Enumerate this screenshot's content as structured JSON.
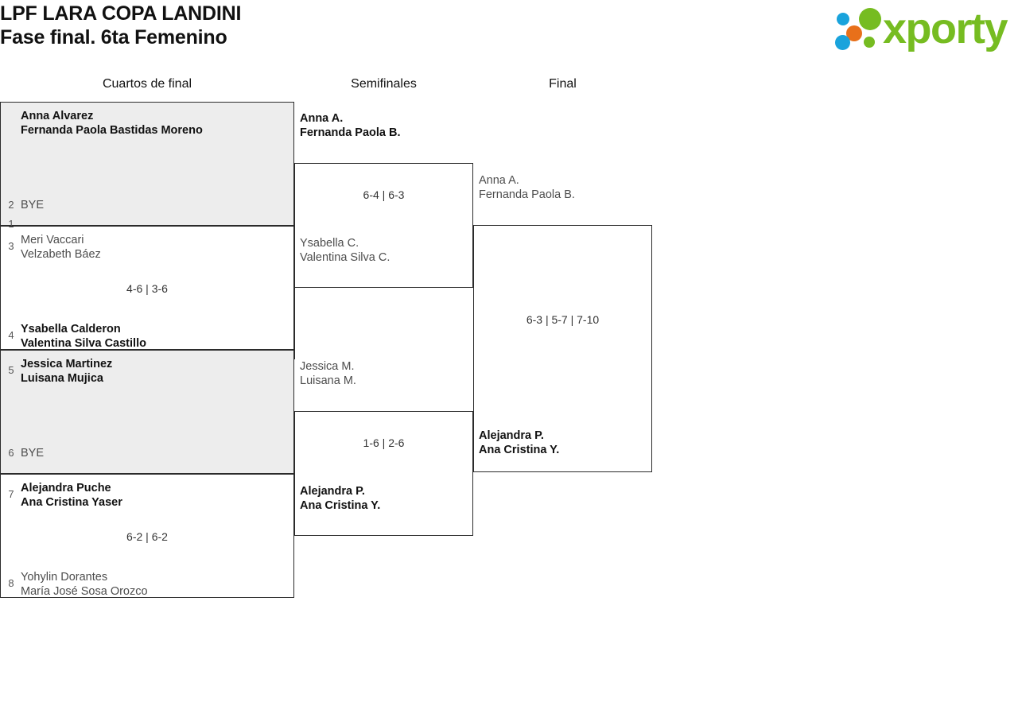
{
  "header": {
    "title_line1": "LPF LARA COPA LANDINI",
    "title_line2": "Fase final. 6ta Femenino",
    "logo_text": "xporty",
    "logo_colors": {
      "green": "#76bc21",
      "blue": "#19a3dc",
      "orange": "#e8701a"
    }
  },
  "rounds": [
    {
      "key": "qf",
      "label": "Cuartos de final"
    },
    {
      "key": "sf",
      "label": "Semifinales"
    },
    {
      "key": "f",
      "label": "Final"
    }
  ],
  "quarterfinals": [
    {
      "score": "",
      "top": {
        "seed": "1",
        "p1": "Anna Alvarez",
        "p2": "Fernanda Paola Bastidas Moreno",
        "winner": true
      },
      "bottom": {
        "seed": "2",
        "p1": "BYE",
        "p2": "",
        "winner": false
      }
    },
    {
      "score": "4-6 | 3-6",
      "top": {
        "seed": "3",
        "p1": "Meri Vaccari",
        "p2": "Velzabeth Báez",
        "winner": false
      },
      "bottom": {
        "seed": "4",
        "p1": "Ysabella Calderon",
        "p2": "Valentina Silva Castillo",
        "winner": true
      }
    },
    {
      "score": "",
      "top": {
        "seed": "5",
        "p1": "Jessica Martinez",
        "p2": "Luisana Mujica",
        "winner": true
      },
      "bottom": {
        "seed": "6",
        "p1": "BYE",
        "p2": "",
        "winner": false
      }
    },
    {
      "score": "6-2 | 6-2",
      "top": {
        "seed": "7",
        "p1": "Alejandra Puche",
        "p2": "Ana Cristina Yaser",
        "winner": true
      },
      "bottom": {
        "seed": "8",
        "p1": "Yohylin Dorantes",
        "p2": "María José Sosa Orozco",
        "winner": false
      }
    }
  ],
  "semifinals": [
    {
      "score": "6-4 | 6-3",
      "top": {
        "p1": "Anna A.",
        "p2": "Fernanda Paola B.",
        "winner": true
      },
      "bottom": {
        "p1": "Ysabella C.",
        "p2": "Valentina Silva C.",
        "winner": false
      }
    },
    {
      "score": "1-6 | 2-6",
      "top": {
        "p1": "Jessica M.",
        "p2": "Luisana M.",
        "winner": false
      },
      "bottom": {
        "p1": "Alejandra P.",
        "p2": "Ana Cristina Y.",
        "winner": true
      }
    }
  ],
  "final": [
    {
      "score": "6-3 | 5-7 | 7-10",
      "top": {
        "p1": "Anna A.",
        "p2": "Fernanda Paola B.",
        "winner": false
      },
      "bottom": {
        "p1": "Alejandra P.",
        "p2": "Ana Cristina Y.",
        "winner": true
      }
    }
  ]
}
